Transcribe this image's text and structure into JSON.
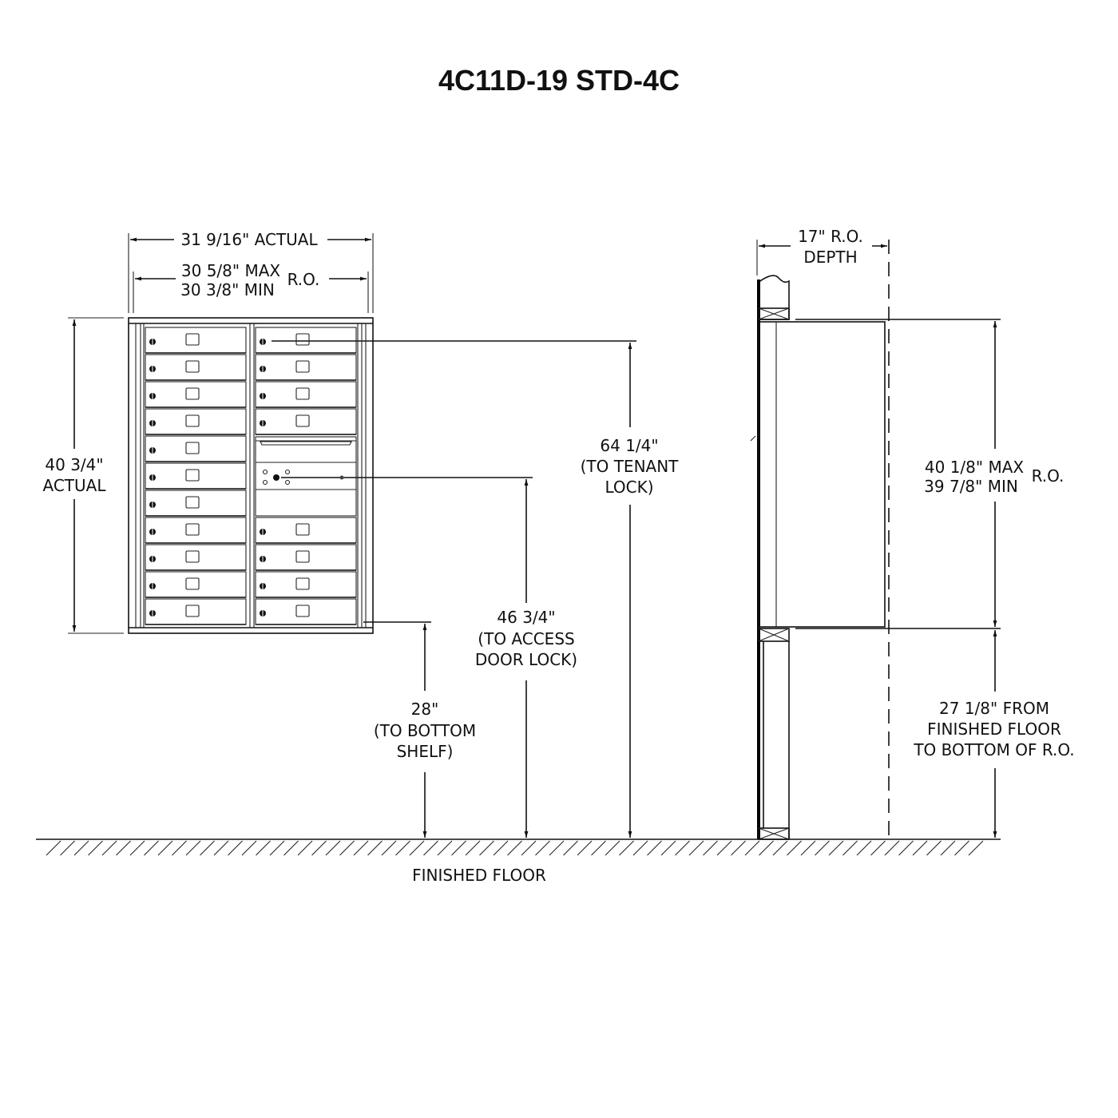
{
  "title": "4C11D-19 STD-4C",
  "front_view": {
    "width_actual": "31 9/16\" ACTUAL",
    "ro_max": "30 5/8\" MAX",
    "ro_min": "30 3/8\" MIN",
    "ro_label": "R.O.",
    "height_line1": "40 3/4\"",
    "height_line2": "ACTUAL",
    "tenant_lock": [
      "64 1/4\"",
      "(TO TENANT",
      "LOCK)"
    ],
    "access_lock": [
      "46 3/4\"",
      "(TO ACCESS",
      "DOOR LOCK)"
    ],
    "bottom_shelf": [
      "28\"",
      "(TO BOTTOM",
      "SHELF)"
    ],
    "left_column_doors": 11,
    "right_column_doors": 8
  },
  "side_view": {
    "depth_line1": "17\"  R.O.",
    "depth_line2": "DEPTH",
    "ro_max": "40 1/8\" MAX",
    "ro_min": "39 7/8\" MIN",
    "ro_label": "R.O.",
    "floor_to_ro": [
      "27 1/8\"  FROM",
      "FINISHED FLOOR",
      "TO BOTTOM OF R.O."
    ]
  },
  "floor_label": "FINISHED FLOOR"
}
